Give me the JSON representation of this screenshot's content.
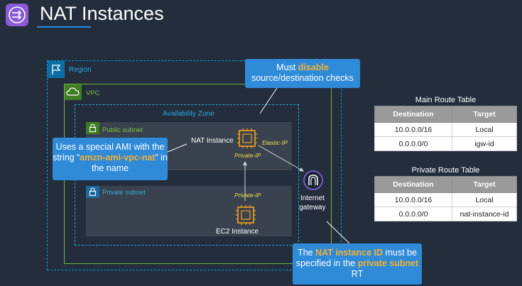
{
  "page": {
    "title": "NAT Instances"
  },
  "diagram": {
    "region_label": "Region",
    "vpc_label": "VPC",
    "az_label": "Availability Zone",
    "public_subnet_label": "Public subnet",
    "private_subnet_label": "Private subnet",
    "nat_instance_label": "NAT Instance",
    "ec2_instance_label": "EC2 Instance",
    "elastic_ip_label": "Elastic-IP",
    "nat_private_ip_label": "Private-IP",
    "ec2_private_ip_label": "Private-IP",
    "igw_label_line1": "Internet",
    "igw_label_line2": "gateway"
  },
  "callouts": {
    "source_dest": {
      "pre": "Must ",
      "highlight": "disable",
      "post": "source/destination checks"
    },
    "ami": {
      "pre": "Uses a special AMI with the string “",
      "highlight": "amzn-ami-vpc-nat",
      "post": "” in the name"
    },
    "route": {
      "pre": "The ",
      "highlight1": "NAT instance ID",
      "mid": " must be specified in the ",
      "highlight2": "private subnet",
      "post": " RT"
    }
  },
  "main_route_table": {
    "title": "Main Route Table",
    "headers": [
      "Destination",
      "Target"
    ],
    "rows": [
      [
        "10.0.0.0/16",
        "Local"
      ],
      [
        "0.0.0.0/0",
        "igw-id"
      ]
    ]
  },
  "private_route_table": {
    "title": "Private Route Table",
    "headers": [
      "Destination",
      "Target"
    ],
    "rows": [
      [
        "10.0.0.0/16",
        "Local"
      ],
      [
        "0.0.0.0/0",
        "nat-instance-id"
      ]
    ]
  },
  "colors": {
    "background": "#232d3c",
    "accent_blue": "#2f8ad8",
    "highlight_orange": "#f6b132",
    "vpc_green": "#6fb33b",
    "chip_orange": "#f5a21b",
    "ip_yellow": "#f2e14a"
  },
  "icons": {
    "logo": "nat-gateway-icon",
    "region": "flag-icon",
    "vpc": "cloud-icon",
    "subnet": "lock-icon",
    "instance": "chip-icon",
    "gateway": "internet-gateway-icon"
  }
}
